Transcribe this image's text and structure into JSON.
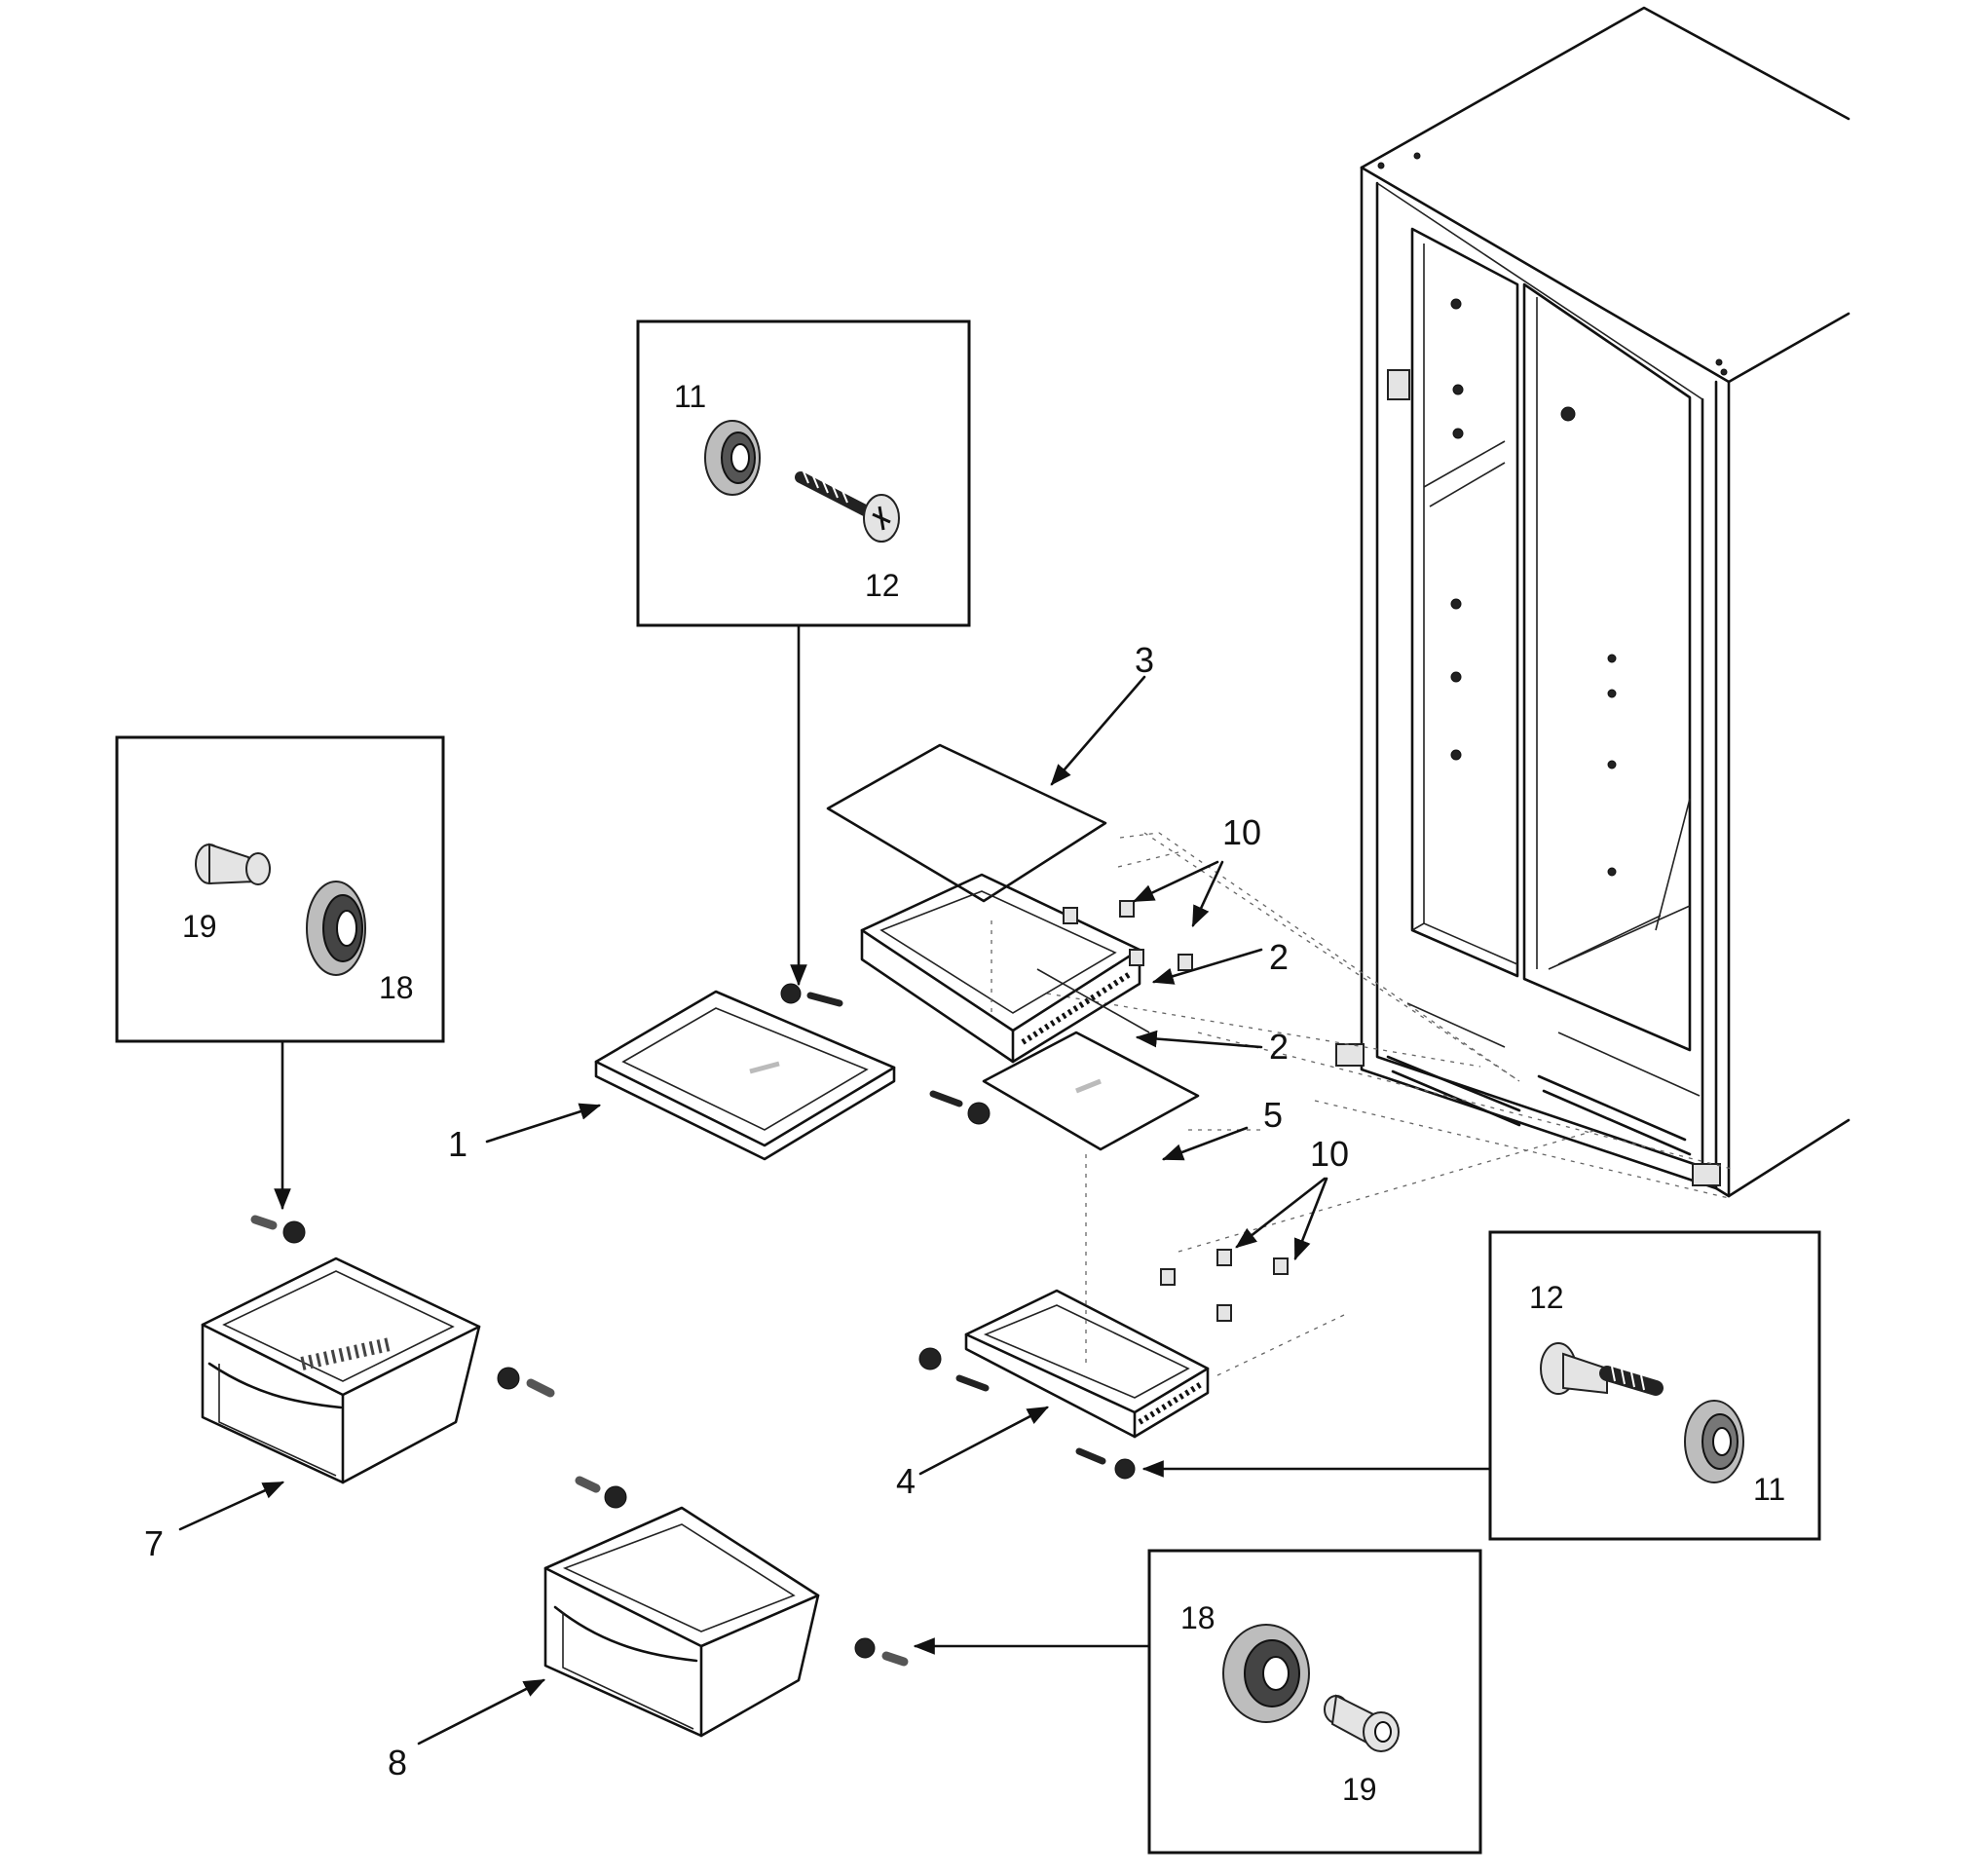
{
  "callouts": {
    "c1": "1",
    "c2a": "2",
    "c2b": "2",
    "c3": "3",
    "c4": "4",
    "c5": "5",
    "c7": "7",
    "c8": "8",
    "c10a": "10",
    "c10b": "10"
  },
  "insets": {
    "top": {
      "a": "11",
      "b": "12"
    },
    "left": {
      "a": "19",
      "b": "18"
    },
    "right": {
      "a": "12",
      "b": "11"
    },
    "bottom": {
      "a": "18",
      "b": "19"
    }
  },
  "icons": [
    "refrigerator-cabinet",
    "shelf-glass",
    "crisper-drawer",
    "roller-wheel",
    "stopper-pin",
    "screw",
    "arrow"
  ]
}
